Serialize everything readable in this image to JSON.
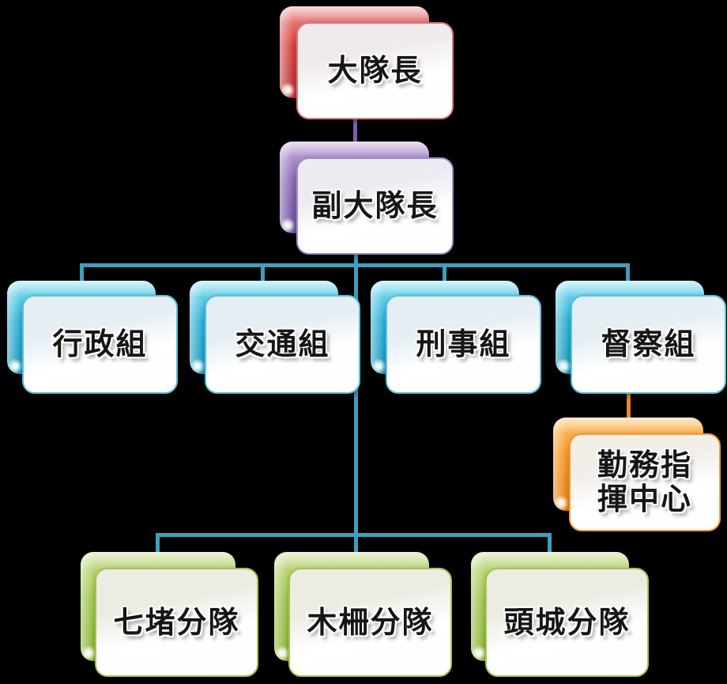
{
  "background": "#000000",
  "diagram": {
    "type": "org-chart",
    "themes": {
      "red": {
        "accent": "#D8403F"
      },
      "purple": {
        "accent": "#8A68B5"
      },
      "blue": {
        "accent": "#2CB0D5"
      },
      "orange": {
        "accent": "#F5941F"
      },
      "green": {
        "accent": "#9DC248"
      }
    },
    "connector_colors": {
      "teal": "#3E9FC0",
      "purple": "#7A5FAE",
      "orange": "#E8882F"
    },
    "nodes": [
      {
        "id": "commander",
        "label": "大隊長",
        "level": 1,
        "parent": null,
        "theme": "red"
      },
      {
        "id": "deputy",
        "label": "副大隊長",
        "level": 2,
        "parent": "大隊長",
        "theme": "purple"
      },
      {
        "id": "admin",
        "label": "行政組",
        "level": 3,
        "parent": "副大隊長",
        "theme": "blue"
      },
      {
        "id": "traffic",
        "label": "交通組",
        "level": 3,
        "parent": "副大隊長",
        "theme": "blue"
      },
      {
        "id": "criminal",
        "label": "刑事組",
        "level": 3,
        "parent": "副大隊長",
        "theme": "blue"
      },
      {
        "id": "inspection",
        "label": "督察組",
        "level": 3,
        "parent": "副大隊長",
        "theme": "blue"
      },
      {
        "id": "duty",
        "label": "勤務指揮中心",
        "level": 4,
        "parent": "督察組",
        "theme": "orange"
      },
      {
        "id": "qidu",
        "label": "七堵分隊",
        "level": 4,
        "parent": "副大隊長",
        "theme": "green"
      },
      {
        "id": "muzha",
        "label": "木柵分隊",
        "level": 4,
        "parent": "副大隊長",
        "theme": "green"
      },
      {
        "id": "toucheng",
        "label": "頭城分隊",
        "level": 4,
        "parent": "副大隊長",
        "theme": "green"
      }
    ]
  }
}
